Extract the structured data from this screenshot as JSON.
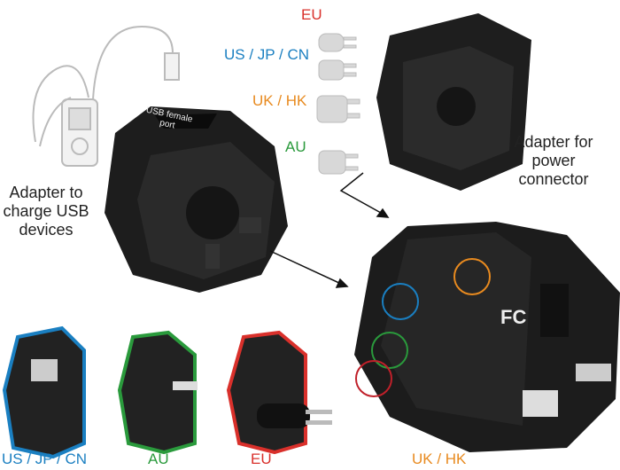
{
  "plug_types_top": [
    {
      "label": "EU",
      "color": "#d9302b"
    },
    {
      "label": "US / JP / CN",
      "color": "#1a7fc1"
    },
    {
      "label": "UK / HK",
      "color": "#e88a1f"
    },
    {
      "label": "AU",
      "color": "#2a9a3c"
    }
  ],
  "captions": {
    "usb_adapter": "Adapter to charge USB devices",
    "power_adapter": "Adapter for power connector",
    "usb_port": "USB female port"
  },
  "bottom_labels": [
    {
      "label": "US / JP / CN",
      "color": "#1a7fc1"
    },
    {
      "label": "AU",
      "color": "#2a9a3c"
    },
    {
      "label": "EU",
      "color": "#d9302b"
    },
    {
      "label": "UK / HK",
      "color": "#e88a1f"
    }
  ]
}
